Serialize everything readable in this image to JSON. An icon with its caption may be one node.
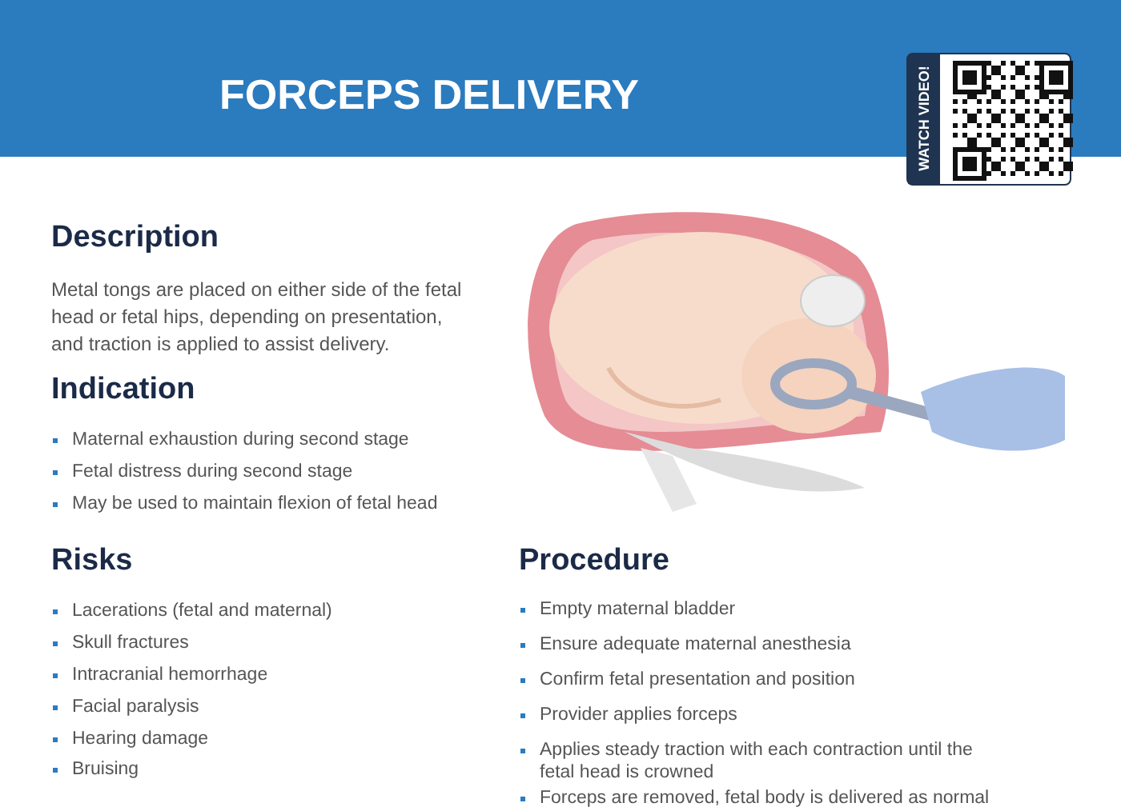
{
  "diagram": {
    "title": "FORCEPS DELIVERY",
    "labels": [
      "WATCH VIDEO!",
      "Description",
      "Metal tongs are placed on either side of the fetal head or fetal hips, depending on presentation, and traction is applied to assist delivery.",
      "Indication",
      "Maternal exhaustion during second stage",
      "Fetal distress during second stage",
      "May be used to maintain flexion of fetal head",
      "Risks",
      "Lacerations (fetal and maternal)",
      "Skull fractures",
      "Intracranial hemorrhage",
      "Facial paralysis",
      "Hearing damage",
      "Bruising",
      "Procedure",
      "Empty maternal bladder",
      "Ensure adequate maternal anesthesia",
      "Confirm fetal presentation and position",
      "Provider applies forceps",
      "Applies steady traction with each contraction until the fetal head is crowned",
      "Forceps are removed, fetal body is delivered as normal"
    ]
  }
}
